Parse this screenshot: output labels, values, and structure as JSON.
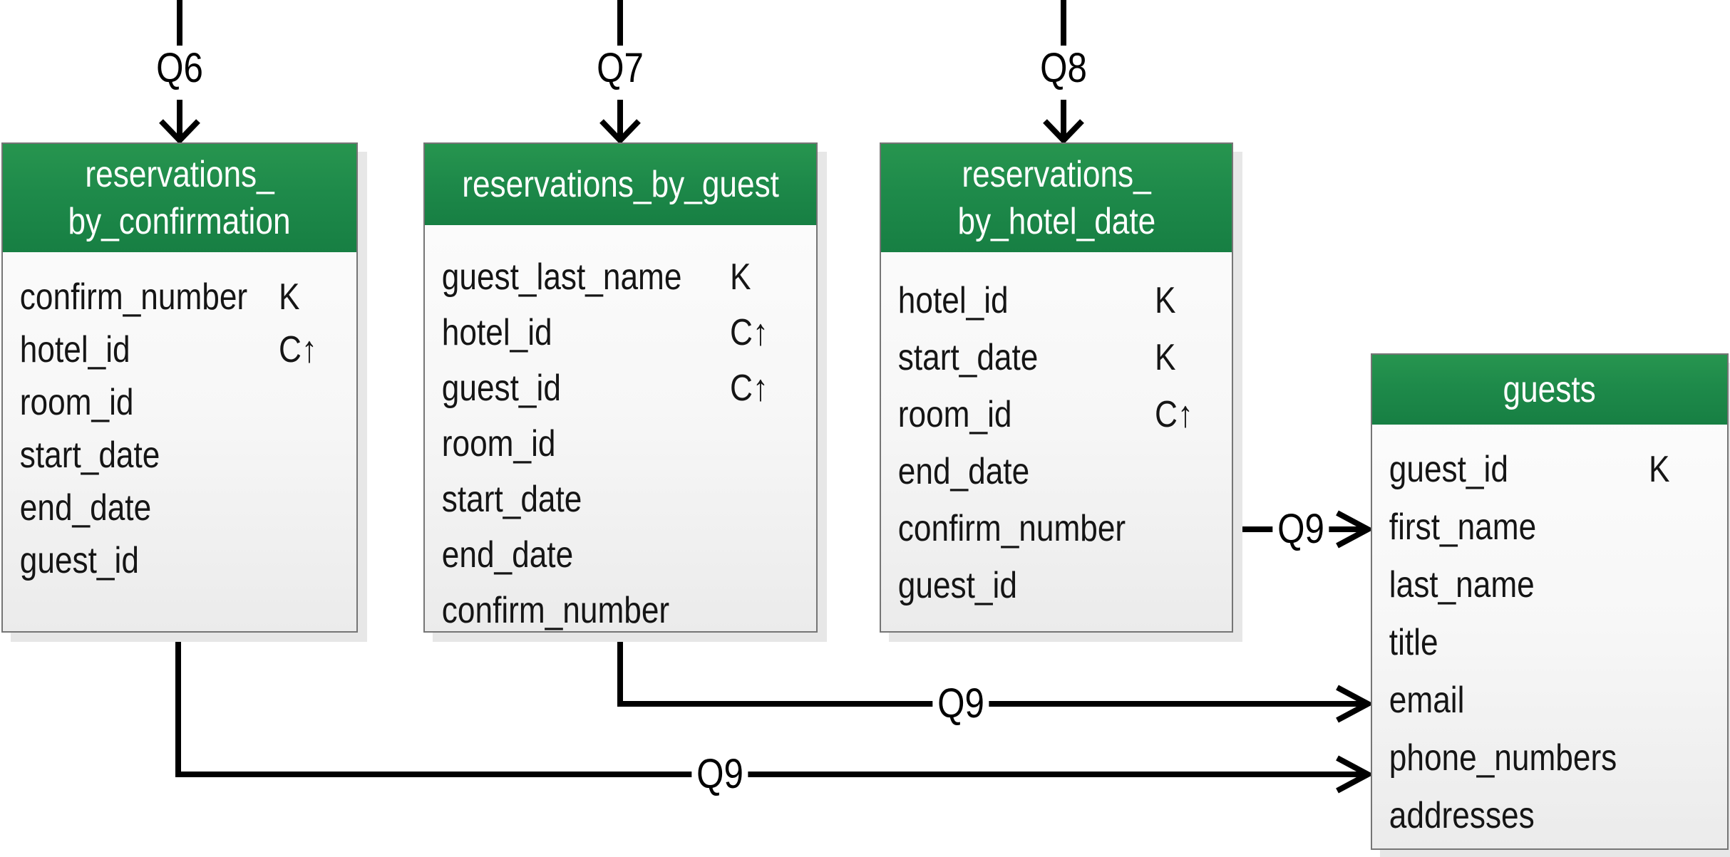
{
  "queries": {
    "q6": "Q6",
    "q7": "Q7",
    "q8": "Q8",
    "q9_from_hotel_date": "Q9",
    "q9_from_guest": "Q9",
    "q9_from_confirmation": "Q9"
  },
  "tables": {
    "reservations_by_confirmation": {
      "title_line1": "reservations_",
      "title_line2": "by_confirmation",
      "rows": [
        {
          "name": "confirm_number",
          "key": "K"
        },
        {
          "name": "hotel_id",
          "key": "C↑"
        },
        {
          "name": "room_id",
          "key": ""
        },
        {
          "name": "start_date",
          "key": ""
        },
        {
          "name": "end_date",
          "key": ""
        },
        {
          "name": "guest_id",
          "key": ""
        }
      ]
    },
    "reservations_by_guest": {
      "title": "reservations_by_guest",
      "rows": [
        {
          "name": "guest_last_name",
          "key": "K"
        },
        {
          "name": "hotel_id",
          "key": "C↑"
        },
        {
          "name": "guest_id",
          "key": "C↑"
        },
        {
          "name": "room_id",
          "key": ""
        },
        {
          "name": "start_date",
          "key": ""
        },
        {
          "name": "end_date",
          "key": ""
        },
        {
          "name": "confirm_number",
          "key": ""
        }
      ]
    },
    "reservations_by_hotel_date": {
      "title_line1": "reservations_",
      "title_line2": "by_hotel_date",
      "rows": [
        {
          "name": "hotel_id",
          "key": "K"
        },
        {
          "name": "start_date",
          "key": "K"
        },
        {
          "name": "room_id",
          "key": "C↑"
        },
        {
          "name": "end_date",
          "key": ""
        },
        {
          "name": "confirm_number",
          "key": ""
        },
        {
          "name": "guest_id",
          "key": ""
        }
      ]
    },
    "guests": {
      "title": "guests",
      "rows": [
        {
          "name": "guest_id",
          "key": "K"
        },
        {
          "name": "first_name",
          "key": ""
        },
        {
          "name": "last_name",
          "key": ""
        },
        {
          "name": "title",
          "key": ""
        },
        {
          "name": "email",
          "key": ""
        },
        {
          "name": "phone_numbers",
          "key": ""
        },
        {
          "name": "addresses",
          "key": ""
        }
      ]
    }
  },
  "colors": {
    "header_green": "#1e8a4a",
    "header_green_light": "#27954f",
    "header_green_dark": "#177f43",
    "body_gradient_top": "#fdfdfd",
    "body_gradient_bottom": "#ebebeb",
    "table_border_gray": "#757575",
    "shadow_gray": "#e7e7e7",
    "connector_black": "#000000",
    "header_text": "#ffffff",
    "field_text": "#151515"
  }
}
